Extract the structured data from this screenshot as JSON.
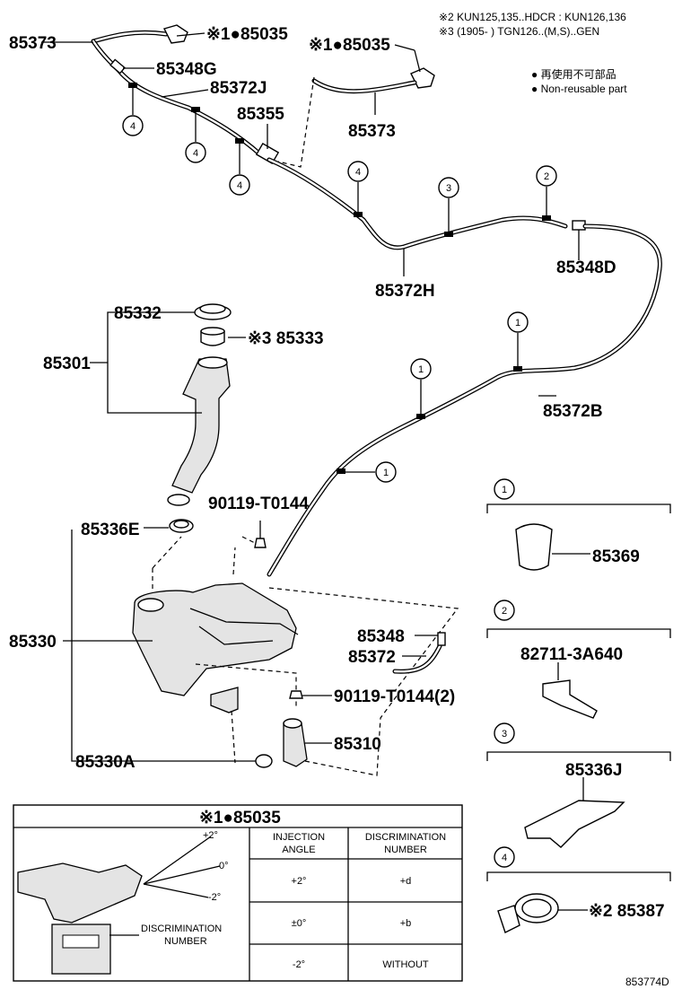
{
  "notes": {
    "note2": "※2 KUN125,135..HDCR : KUN126,136",
    "note3": "※3 (1905-        ) TGN126..(M,S)..GEN",
    "legend_ja": "● 再使用不可部品",
    "legend_en": "● Non-reusable part"
  },
  "labels": {
    "p85373_top": "85373",
    "p85035_a": "※1●85035",
    "p85035_b": "※1●85035",
    "p85348G": "85348G",
    "p85372J": "85372J",
    "p85355": "85355",
    "p85373_b": "85373",
    "p85372H": "85372H",
    "p85348D": "85348D",
    "p85332": "85332",
    "p85333": "※3 85333",
    "p85301": "85301",
    "p85372B": "85372B",
    "p90119a": "90119-T0144",
    "p85336E": "85336E",
    "p85330": "85330",
    "p85348": "85348",
    "p85372": "85372",
    "p90119b": "90119-T0144(2)",
    "p85310": "85310",
    "p85330A": "85330A"
  },
  "clip_callouts": [
    "1",
    "2",
    "3",
    "4"
  ],
  "clip_details": [
    {
      "num": "1",
      "part": "85369"
    },
    {
      "num": "2",
      "part": "82711-3A640"
    },
    {
      "num": "3",
      "part": "85336J"
    },
    {
      "num": "4",
      "part": "※2 85387"
    }
  ],
  "nozzle_table": {
    "title": "※1●85035",
    "angles": {
      "plus": "+2°",
      "zero": "0°",
      "minus": "-2°"
    },
    "discrimination_label": "DISCRIMINATION\nNUMBER",
    "headers": [
      "INJECTION\nANGLE",
      "DISCRIMINATION\nNUMBER"
    ],
    "rows": [
      [
        "+2°",
        "+d"
      ],
      [
        "±0°",
        "+b"
      ],
      [
        "-2°",
        "WITHOUT"
      ]
    ]
  },
  "figure_id": "853774D"
}
